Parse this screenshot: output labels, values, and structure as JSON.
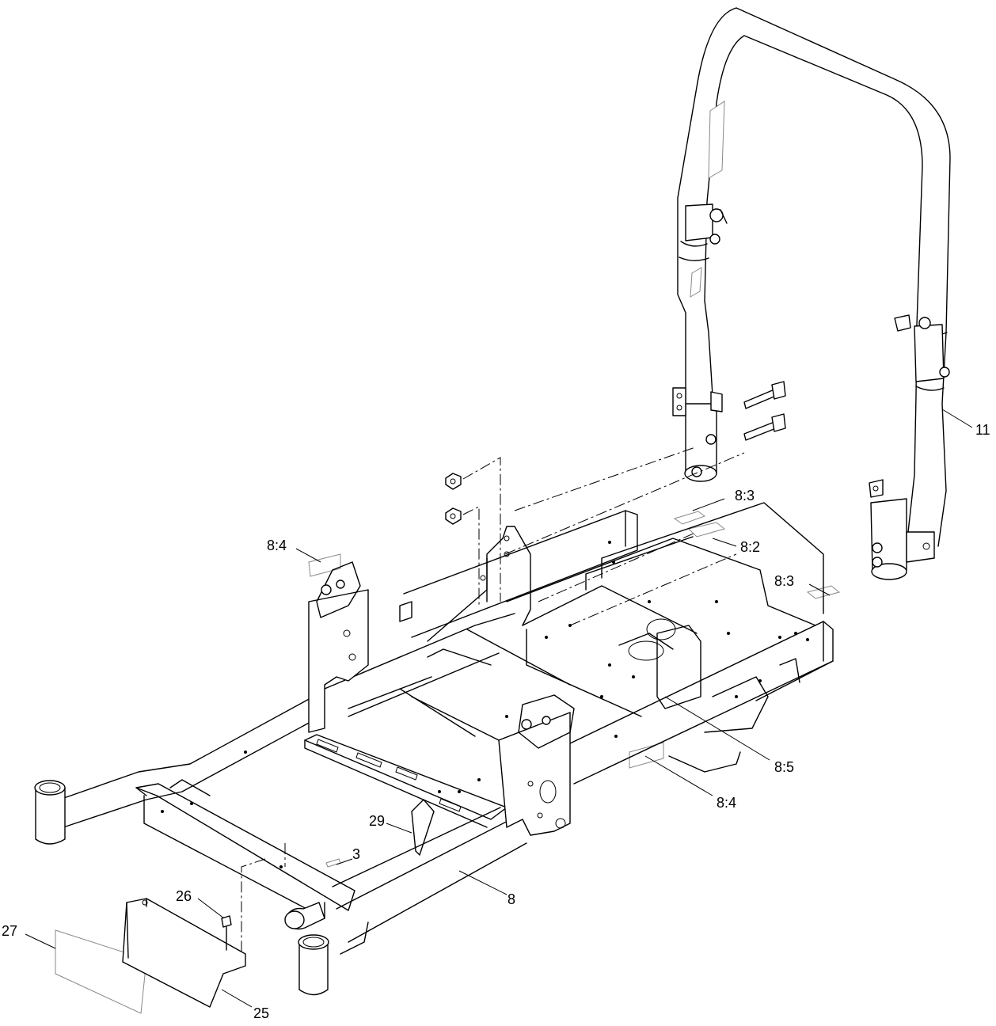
{
  "callouts": {
    "c11": "11",
    "c8_3a": "8:3",
    "c8_2": "8:2",
    "c8_4a": "8:4",
    "c8_3b": "8:3",
    "c8_5": "8:5",
    "c8_4b": "8:4",
    "c29": "29",
    "c3": "3",
    "c8": "8",
    "c26": "26",
    "c27": "27",
    "c25": "25"
  }
}
